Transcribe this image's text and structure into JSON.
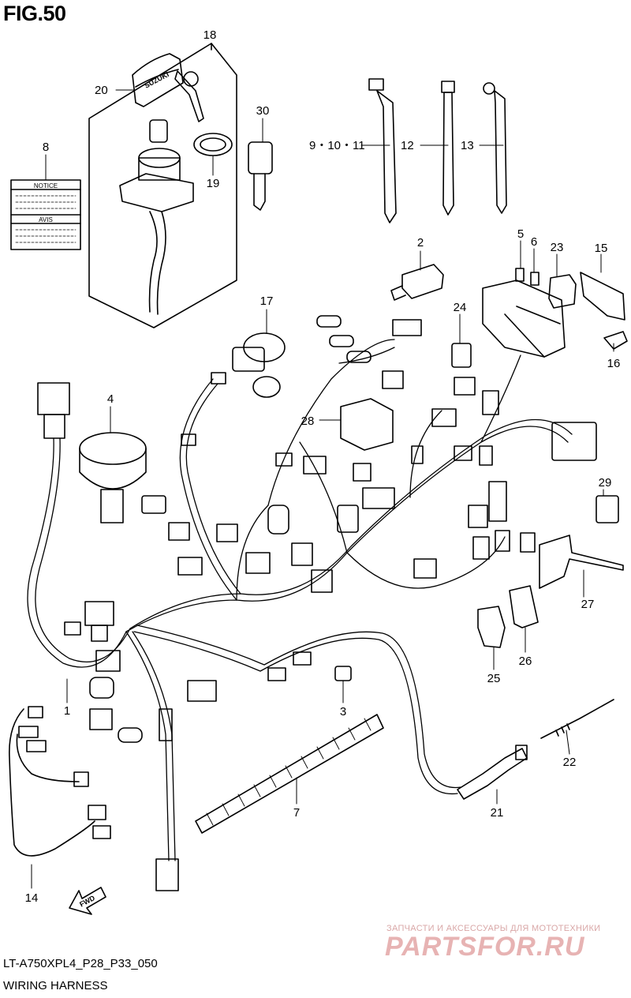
{
  "figure": {
    "title": "FIG.50"
  },
  "footer": {
    "code": "LT-A750XPL4_P28_P33_050",
    "name": "WIRING HARNESS"
  },
  "watermark": {
    "caption": "ЗАПЧАСТИ И АКСЕССУАРЫ ДЛЯ МОТОТЕХНИКИ",
    "logo": "PARTSFOR.RU"
  },
  "labels": {
    "notice": "NOTICE",
    "avis": "AVIS",
    "brand": "SUZUKI",
    "fwd": "FWD"
  },
  "callouts": [
    {
      "id": "c1",
      "text": "1"
    },
    {
      "id": "c2",
      "text": "2"
    },
    {
      "id": "c3",
      "text": "3"
    },
    {
      "id": "c4",
      "text": "4"
    },
    {
      "id": "c5",
      "text": "5"
    },
    {
      "id": "c6",
      "text": "6"
    },
    {
      "id": "c7",
      "text": "7"
    },
    {
      "id": "c8",
      "text": "8"
    },
    {
      "id": "c9",
      "text": "9・10・11"
    },
    {
      "id": "c12",
      "text": "12"
    },
    {
      "id": "c13",
      "text": "13"
    },
    {
      "id": "c14",
      "text": "14"
    },
    {
      "id": "c15",
      "text": "15"
    },
    {
      "id": "c16",
      "text": "16"
    },
    {
      "id": "c17",
      "text": "17"
    },
    {
      "id": "c18",
      "text": "18"
    },
    {
      "id": "c19",
      "text": "19"
    },
    {
      "id": "c20",
      "text": "20"
    },
    {
      "id": "c21",
      "text": "21"
    },
    {
      "id": "c22",
      "text": "22"
    },
    {
      "id": "c23",
      "text": "23"
    },
    {
      "id": "c24",
      "text": "24"
    },
    {
      "id": "c25",
      "text": "25"
    },
    {
      "id": "c26",
      "text": "26"
    },
    {
      "id": "c27",
      "text": "27"
    },
    {
      "id": "c28",
      "text": "28"
    },
    {
      "id": "c29",
      "text": "29"
    },
    {
      "id": "c30",
      "text": "30"
    }
  ]
}
